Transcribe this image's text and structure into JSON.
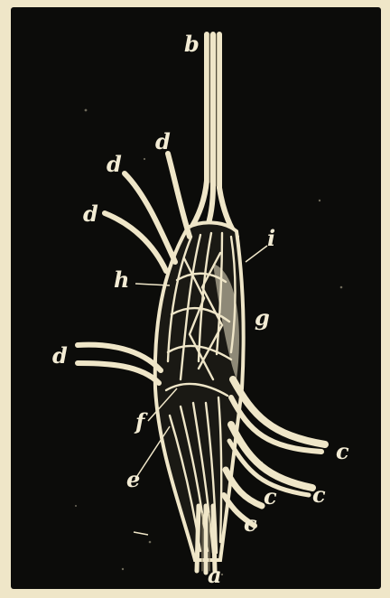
{
  "labels": {
    "a": "a",
    "b": "b",
    "c": "c",
    "d": "d",
    "e": "e",
    "f": "f",
    "g": "g",
    "h": "h",
    "i": "i"
  },
  "colors": {
    "background": "#0c0c0a",
    "border": "#efe6c8",
    "nerve": "#efe6c8",
    "nerve_outline": "#b9ad86"
  }
}
